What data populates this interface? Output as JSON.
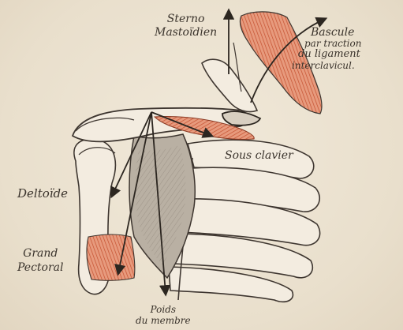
{
  "labels": {
    "sterno_line1": "Sterno",
    "sterno_line2": "Mastoïdien",
    "bascule_line1": "Bascule",
    "bascule_line2": "par traction",
    "bascule_line3": "du ligament",
    "bascule_line4": "interclavicul.",
    "sous_clavier": "Sous clavier",
    "deltoide": "Deltoïde",
    "grand_line1": "Grand",
    "grand_line2": "Pectoral",
    "poids_line1": "Poids",
    "poids_line2": "du membre"
  },
  "colors": {
    "paper": "#ece3d2",
    "ink": "#3a332c",
    "muscle_red": "#d2694a"
  }
}
